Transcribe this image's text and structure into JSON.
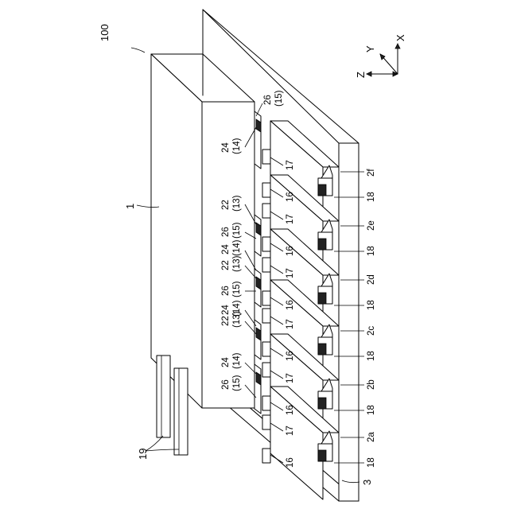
{
  "figure": {
    "ref_device": "100",
    "ref_body": "1",
    "ref_base": "3",
    "ref_leads": "19",
    "ref_small_block": "16",
    "ref_cover": "17",
    "ref_terminal": "18",
    "cells": [
      "2a",
      "2b",
      "2c",
      "2d",
      "2e",
      "2f"
    ],
    "pair_22_13": {
      "top": "22",
      "bottom": "(13)"
    },
    "pair_24_14": {
      "top": "24",
      "bottom": "(14)"
    },
    "pair_26_15": {
      "top": "26",
      "bottom": "(15)"
    },
    "axes": {
      "x": "X",
      "y": "Y",
      "z": "Z"
    }
  }
}
